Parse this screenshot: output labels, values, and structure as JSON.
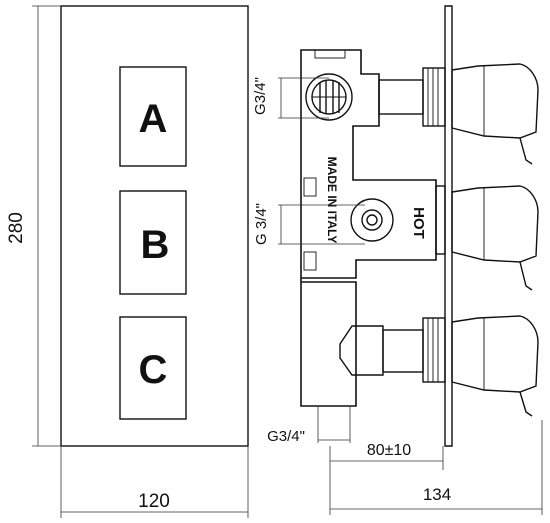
{
  "front_view": {
    "height_label": "280",
    "width_label": "120",
    "buttons": [
      {
        "letter": "A"
      },
      {
        "letter": "B"
      },
      {
        "letter": "C"
      }
    ]
  },
  "side_view": {
    "thread_top": "G3/4\"",
    "thread_middle": "G 3/4\"",
    "thread_bottom": "G3/4\"",
    "stamp_made": "MADE IN ITALY",
    "hot_label": "HOT",
    "depth_adjust_label": "80±10",
    "total_depth_label": "134"
  }
}
